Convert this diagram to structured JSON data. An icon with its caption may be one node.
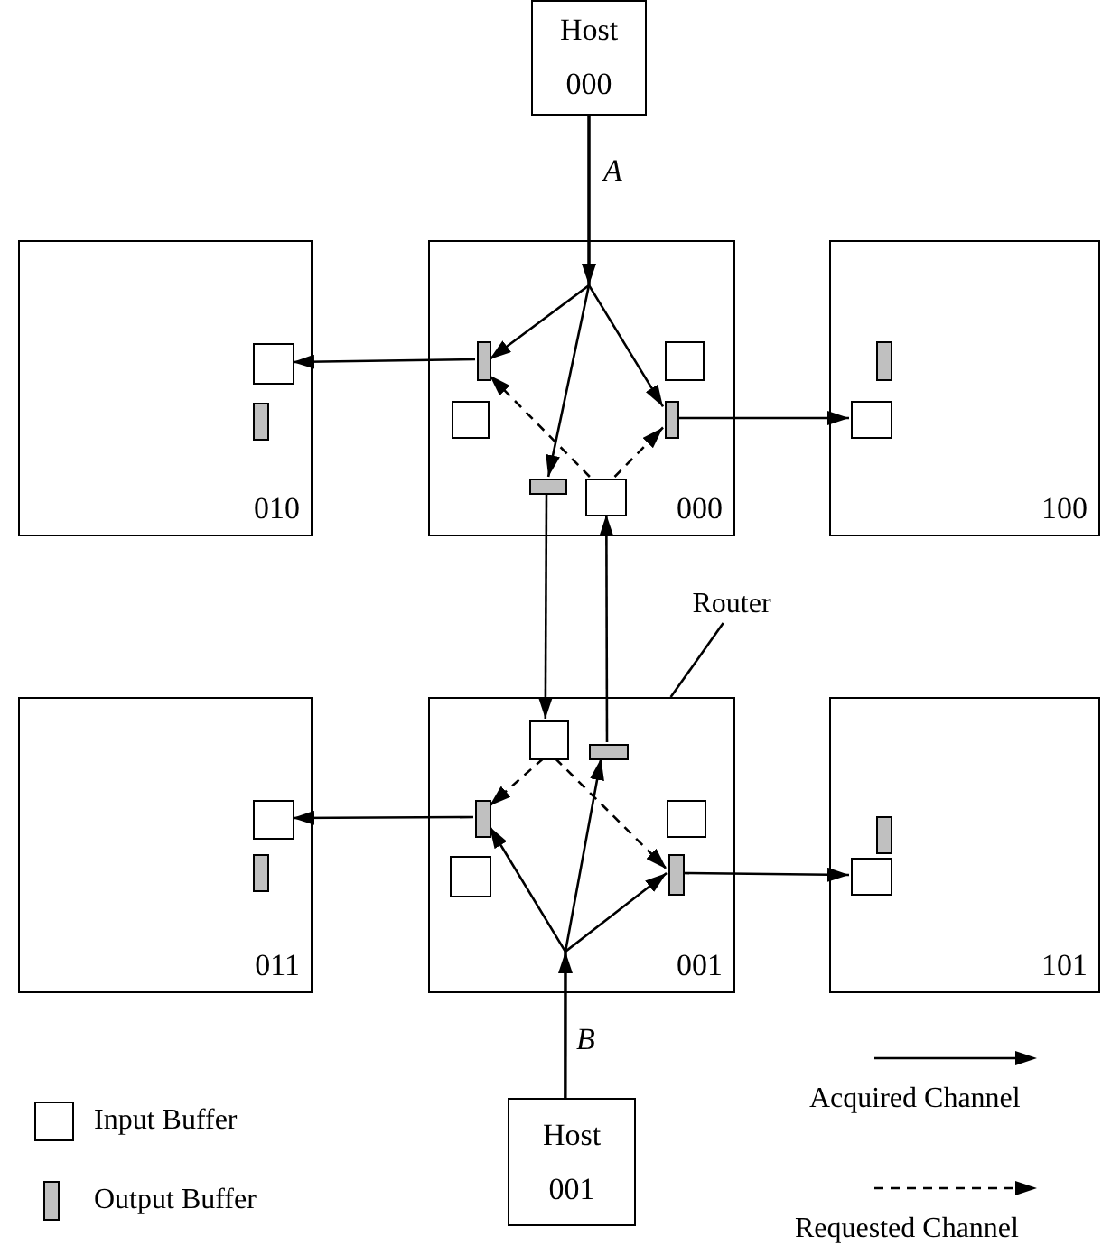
{
  "diagram": {
    "nodes": [
      {
        "text": [
          "Host 000"
        ]
      },
      {
        "text": [
          "010"
        ]
      },
      {
        "text": [],
        "shape": "box",
        "in": 1
      },
      {
        "text": [],
        "shape": "bar",
        "in": 1
      },
      {
        "text": [
          "000"
        ]
      },
      {
        "text": [],
        "shape": "bar",
        "in": 4
      },
      {
        "text": [],
        "shape": "box",
        "in": 4
      },
      {
        "text": [],
        "shape": "box",
        "in": 4
      },
      {
        "text": [],
        "shape": "bar",
        "in": 4
      },
      {
        "text": [],
        "shape": "bar",
        "in": 4
      },
      {
        "text": [],
        "shape": "box",
        "in": 4
      },
      {
        "text": [
          "100"
        ]
      },
      {
        "text": [],
        "shape": "bar",
        "in": 11
      },
      {
        "text": [],
        "shape": "box",
        "in": 11
      },
      {
        "text": [
          "Router"
        ]
      },
      {
        "text": [
          "011"
        ]
      },
      {
        "text": [],
        "shape": "box",
        "in": 15
      },
      {
        "text": [],
        "shape": "bar",
        "in": 15
      },
      {
        "text": [
          "001"
        ]
      },
      {
        "text": [],
        "shape": "box",
        "in": 18
      },
      {
        "text": [],
        "shape": "bar",
        "in": 18
      },
      {
        "text": [],
        "shape": "bar",
        "in": 18
      },
      {
        "text": [],
        "shape": "box",
        "in": 18
      },
      {
        "text": [],
        "shape": "box",
        "in": 18
      },
      {
        "text": [],
        "shape": "bar",
        "in": 18
      },
      {
        "text": [
          "101"
        ]
      },
      {
        "text": [],
        "shape": "bar",
        "in": 25
      },
      {
        "text": [],
        "shape": "box",
        "in": 25
      },
      {
        "text": [
          "Host 001"
        ]
      }
    ],
    "edges": [
      {
        "from": 0,
        "to": 5,
        "arrow": "to"
      },
      {
        "from": 0,
        "to": 9,
        "arrow": "to"
      },
      {
        "from": 0,
        "to": 8,
        "arrow": "to"
      },
      {
        "from": 10,
        "to": 5,
        "arrow": "to",
        "style": "dashed"
      },
      {
        "from": 10,
        "to": 8,
        "arrow": "to",
        "style": "dashed"
      },
      {
        "from": 5,
        "to": 2,
        "arrow": "to"
      },
      {
        "from": 8,
        "to": 13,
        "arrow": "to"
      },
      {
        "from": 9,
        "to": 19,
        "arrow": "to"
      },
      {
        "from": 20,
        "to": 10,
        "arrow": "to"
      },
      {
        "from": 14,
        "to": 18,
        "arrow": "none"
      },
      {
        "from": 19,
        "to": 21,
        "arrow": "to",
        "style": "dashed"
      },
      {
        "from": 19,
        "to": 24,
        "arrow": "to",
        "style": "dashed"
      },
      {
        "from": 28,
        "to": 21,
        "arrow": "to"
      },
      {
        "from": 28,
        "to": 20,
        "arrow": "to"
      },
      {
        "from": 28,
        "to": 24,
        "arrow": "to"
      },
      {
        "from": 21,
        "to": 16,
        "arrow": "to"
      },
      {
        "from": 24,
        "to": 27,
        "arrow": "to"
      }
    ],
    "labels": [
      "A",
      "B"
    ],
    "legend": [
      {
        "text": "Input Buffer"
      },
      {
        "text": "Output Buffer"
      },
      {
        "text": "Acquired Channel"
      },
      {
        "text": "Requested Channel"
      }
    ]
  }
}
